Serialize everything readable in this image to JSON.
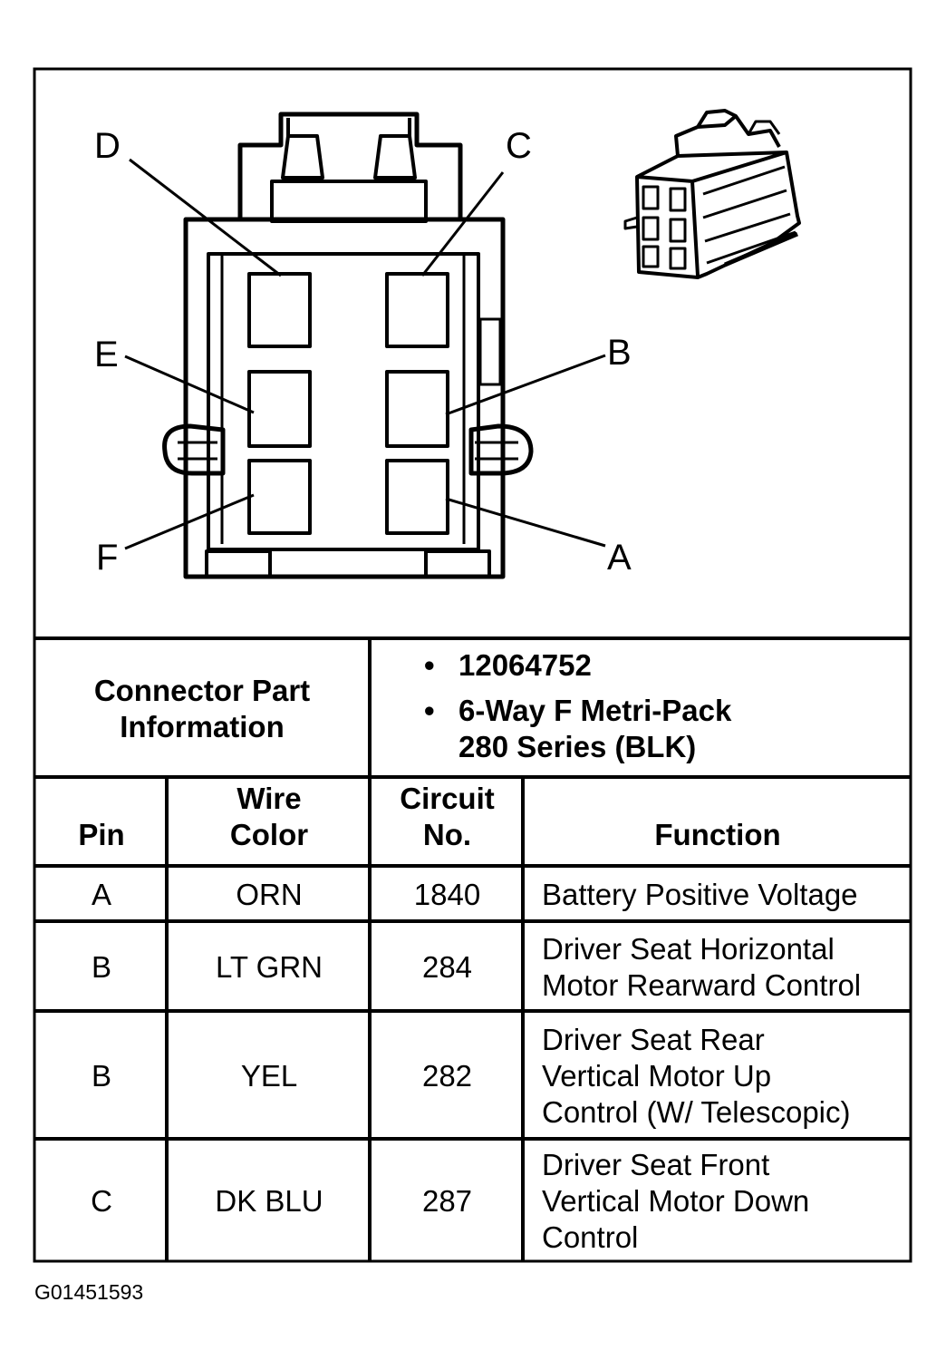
{
  "diagram": {
    "pin_labels": {
      "D": "D",
      "C": "C",
      "E": "E",
      "B": "B",
      "F": "F",
      "A": "A"
    }
  },
  "connector_info": {
    "label": "Connector Part\nInformation",
    "items": [
      "12064752",
      "6-Way F Metri-Pack\n280 Series (BLK)"
    ]
  },
  "table": {
    "headers": {
      "pin": "Pin",
      "wire_color": "Wire\nColor",
      "circuit_no": "Circuit\nNo.",
      "function": "Function"
    },
    "rows": [
      {
        "pin": "A",
        "wire_color": "ORN",
        "circuit_no": "1840",
        "function": "Battery Positive Voltage"
      },
      {
        "pin": "B",
        "wire_color": "LT GRN",
        "circuit_no": "284",
        "function": "Driver Seat Horizontal\nMotor Rearward Control"
      },
      {
        "pin": "B",
        "wire_color": "YEL",
        "circuit_no": "282",
        "function": "Driver Seat Rear\nVertical Motor Up\nControl (W/ Telescopic)"
      },
      {
        "pin": "C",
        "wire_color": "DK BLU",
        "circuit_no": "287",
        "function": "Driver Seat Front\nVertical Motor Down\nControl"
      }
    ]
  },
  "figure_id": "G01451593"
}
